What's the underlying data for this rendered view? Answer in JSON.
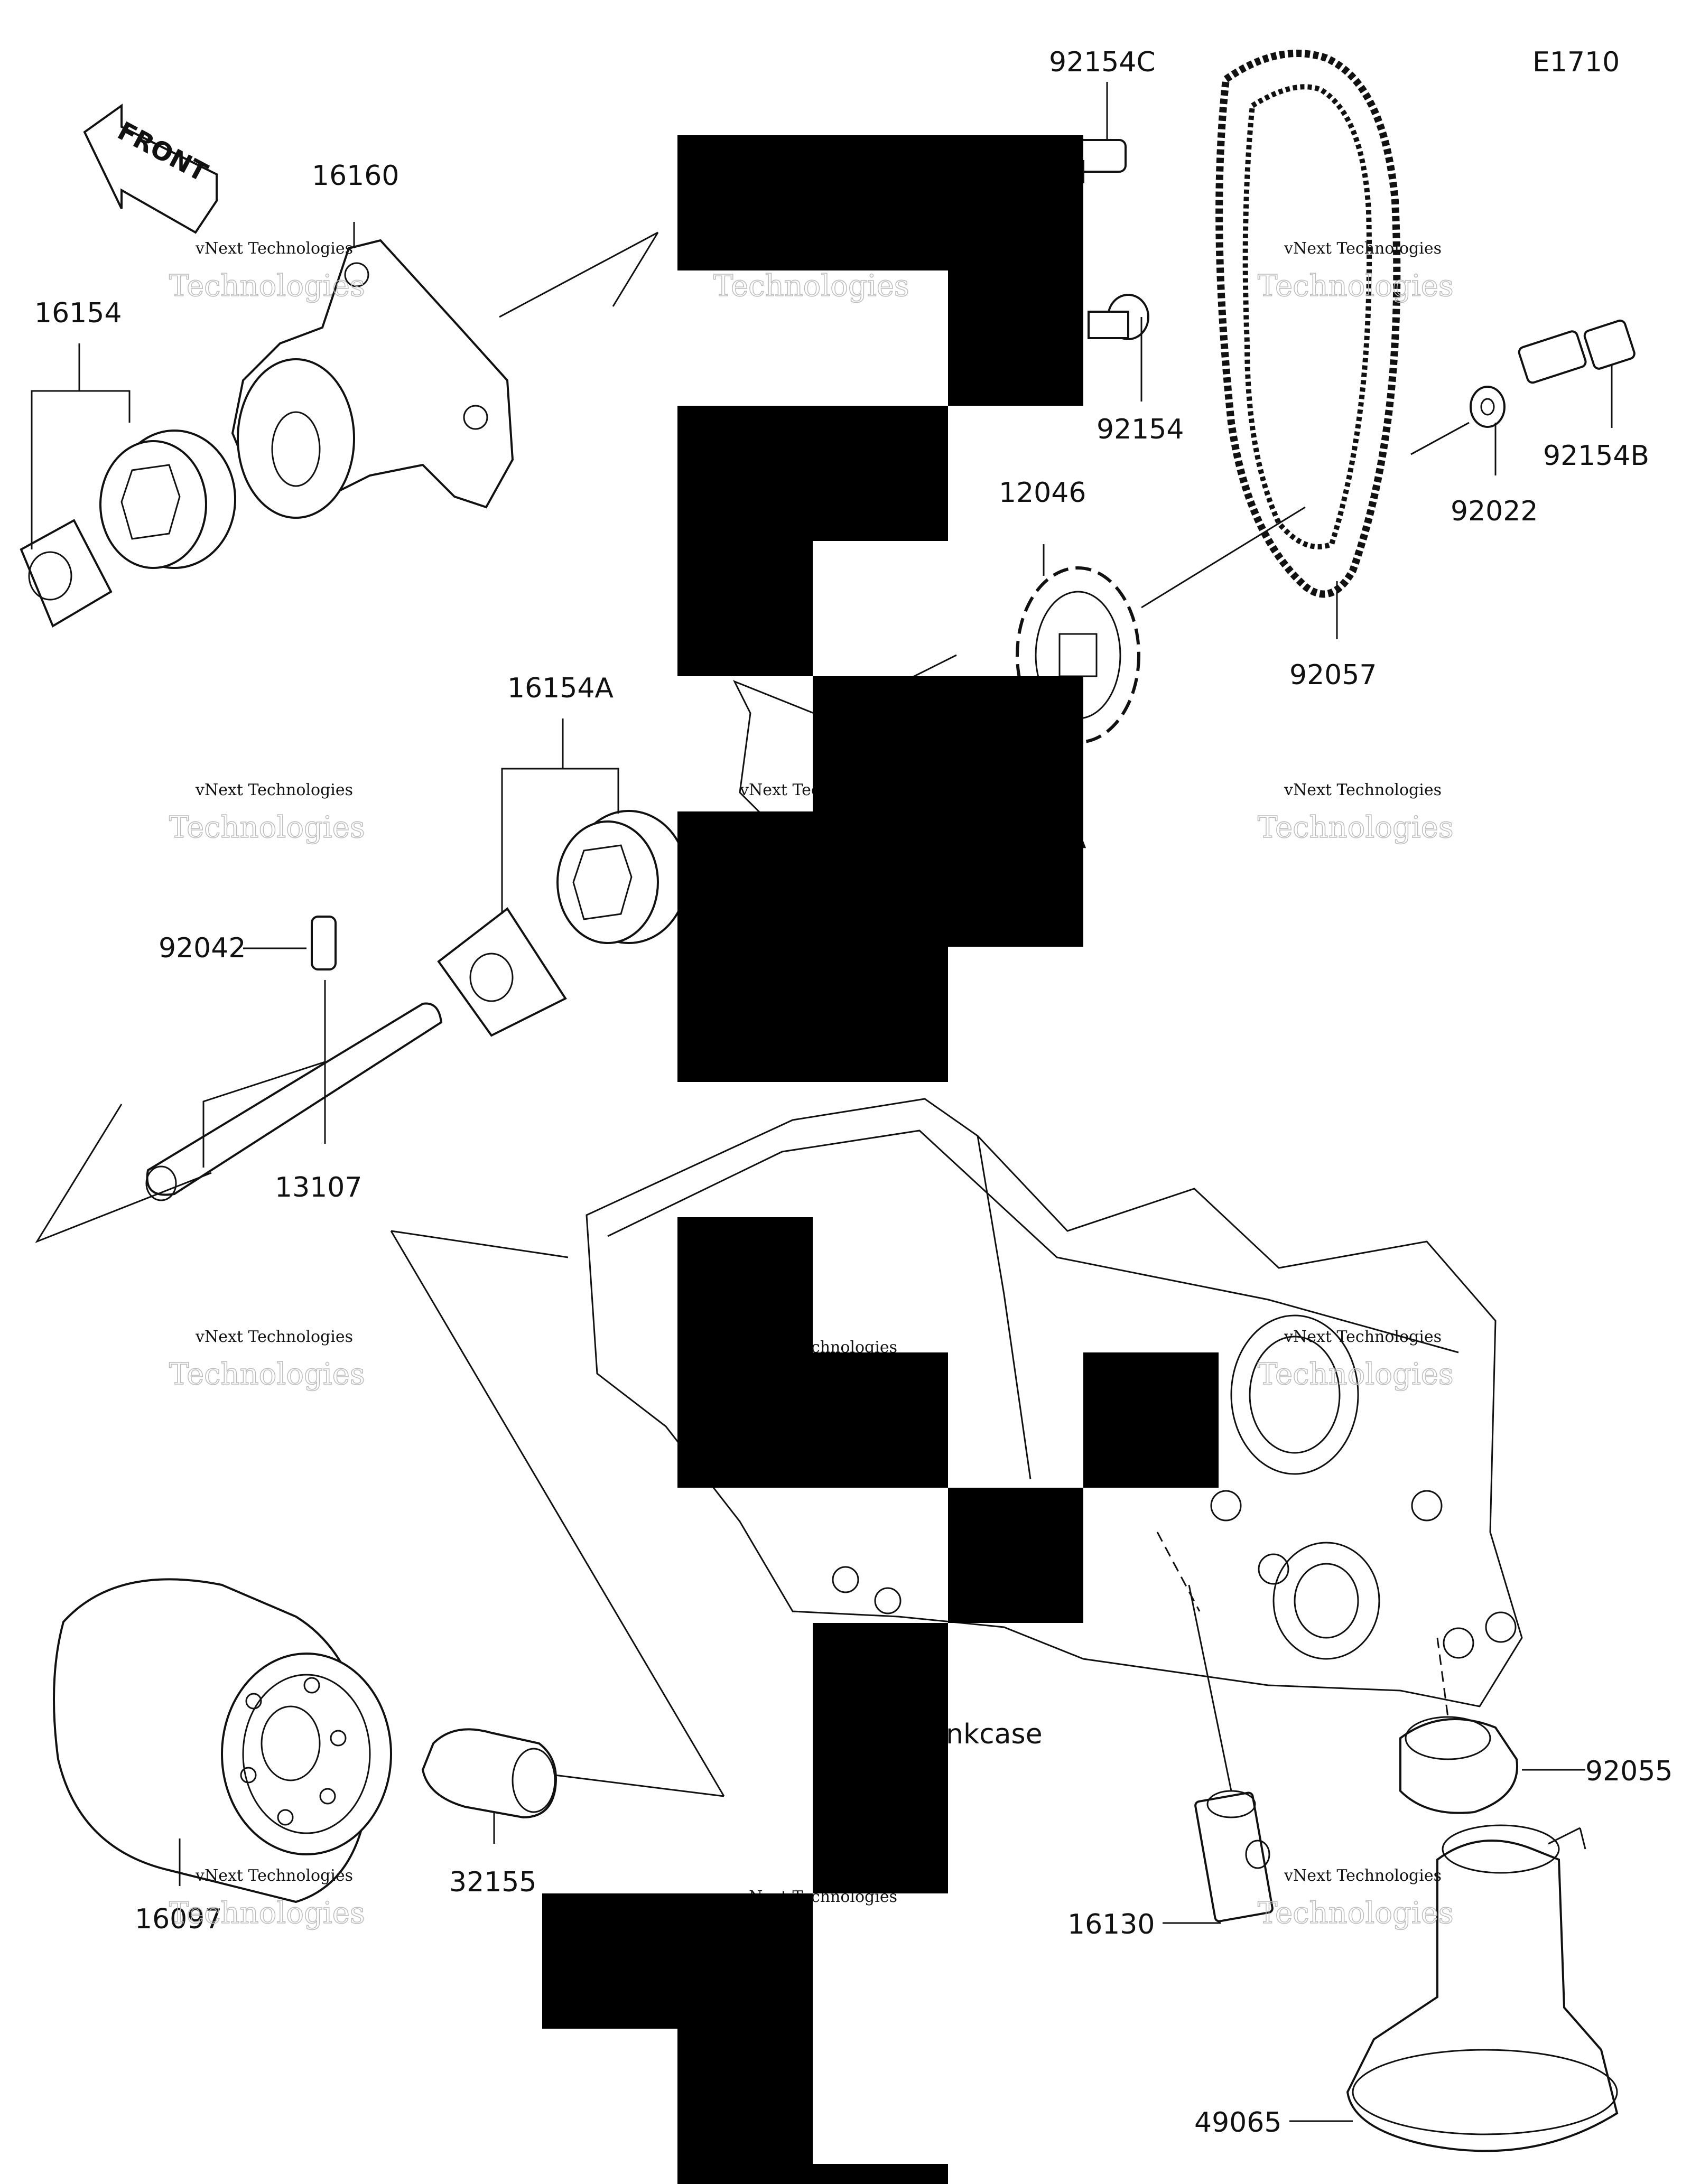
{
  "diagram": {
    "code": "E1710",
    "front_label": "FRONT",
    "crankcase_label": "nkcase",
    "watermark_line1": "vNext Technologies",
    "watermark_line2": "Technologies"
  },
  "parts": {
    "p92154C": "92154C",
    "p16160": "16160",
    "p16154": "16154",
    "p92154": "92154",
    "p12046": "12046",
    "p92022": "92022",
    "p92154B": "92154B",
    "p92057": "92057",
    "p16154A": "16154A",
    "p92042": "92042",
    "p13107": "13107",
    "p92055": "92055",
    "p32155": "32155",
    "p16097": "16097",
    "p16130": "16130",
    "p49065": "49065",
    "partialA": "A"
  }
}
